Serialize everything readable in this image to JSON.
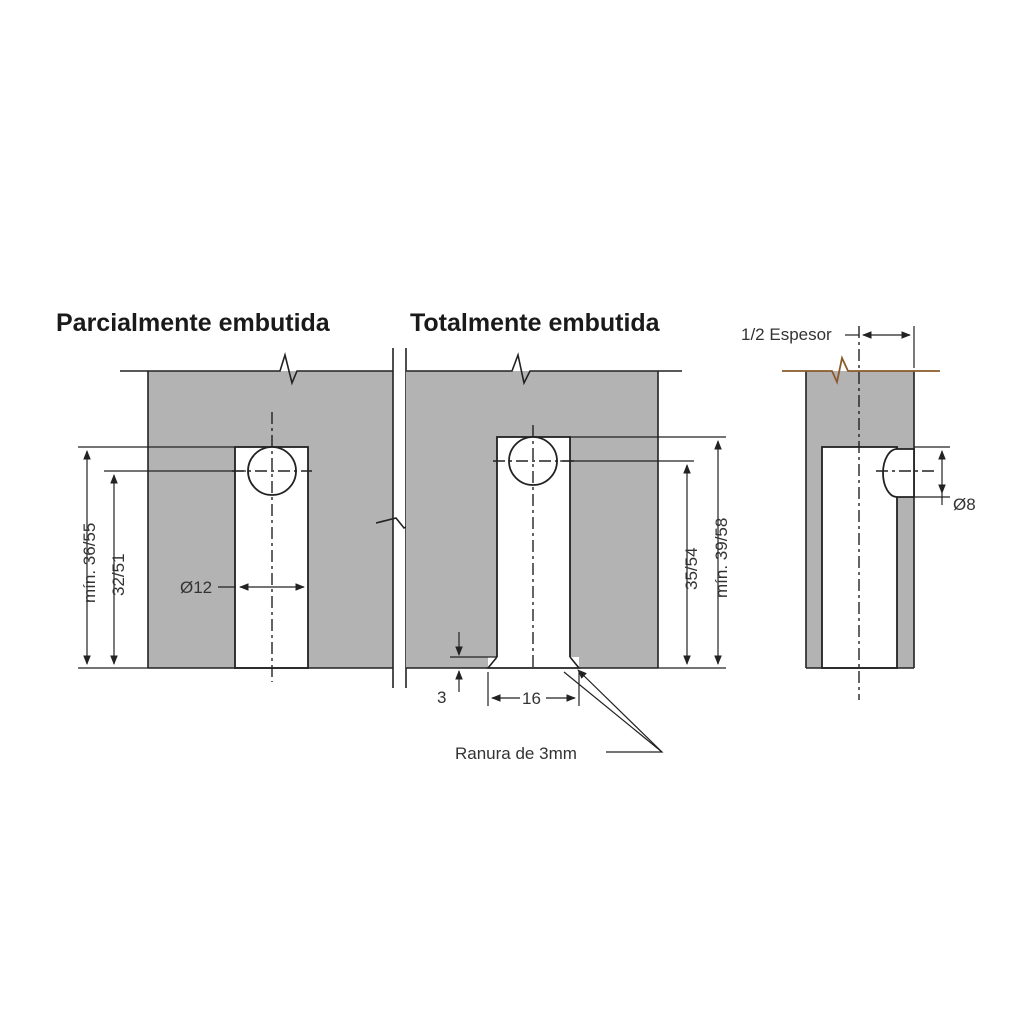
{
  "titles": {
    "partial": "Parcialmente embutida",
    "total": "Totalmente embutida"
  },
  "dimensions": {
    "min_36_55": "mín. 36/55",
    "d32_51": "32/51",
    "dia12": "Ø12",
    "d35_54": "35/54",
    "min_39_58": "mín. 39/58",
    "d3": "3",
    "d16": "16",
    "groove": "Ranura de 3mm",
    "half_thickness": "1/2 Espesor",
    "dia8": "Ø8"
  },
  "colors": {
    "material": "#b3b3b3",
    "cutout": "#ffffff",
    "line": "#222222",
    "accent_line": "#8a5a2b"
  }
}
